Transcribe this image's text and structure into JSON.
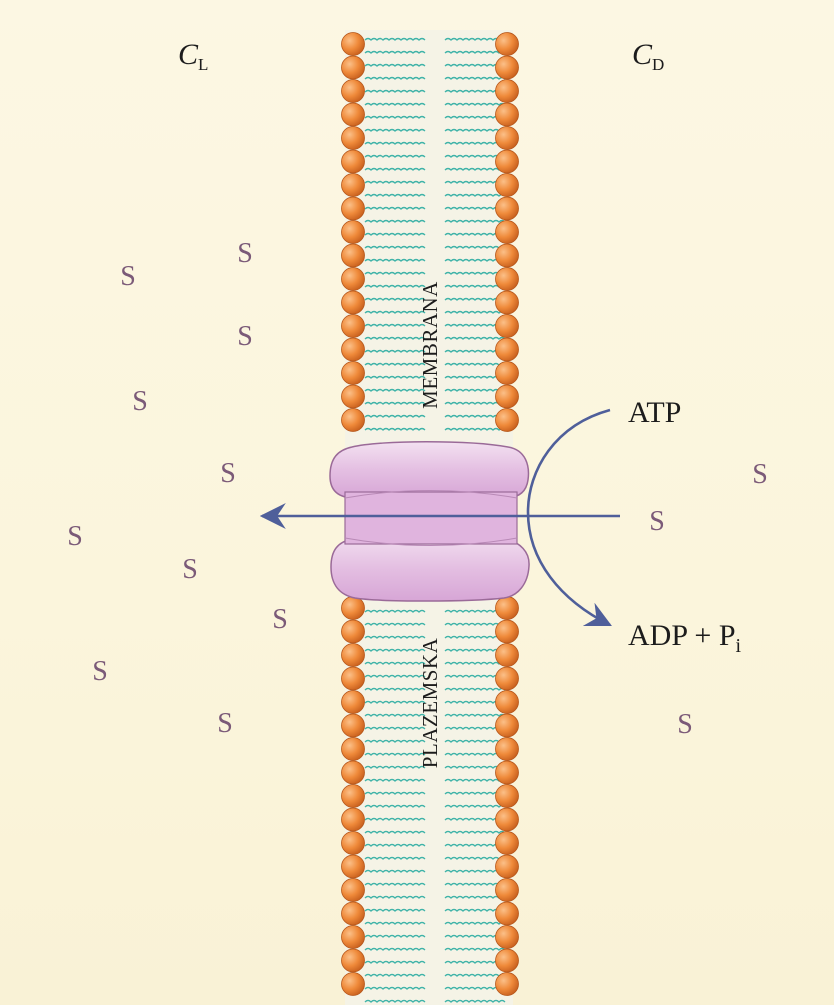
{
  "sides": {
    "left": {
      "main": "C",
      "sub": "L"
    },
    "right": {
      "main": "C",
      "sub": "D"
    }
  },
  "membrane": {
    "upper_label": "MEMBRANA",
    "lower_label": "PLAZEMSKA"
  },
  "reaction": {
    "input": "ATP",
    "output_main": "ADP + P",
    "output_sub": "i"
  },
  "substrate_symbol": "S",
  "colors": {
    "head": "#ef8a3a",
    "tail": "#3fb3a8",
    "protein": "#e7c6e6",
    "arrow": "#4f5f9a",
    "substrate": "#7b5a78"
  }
}
